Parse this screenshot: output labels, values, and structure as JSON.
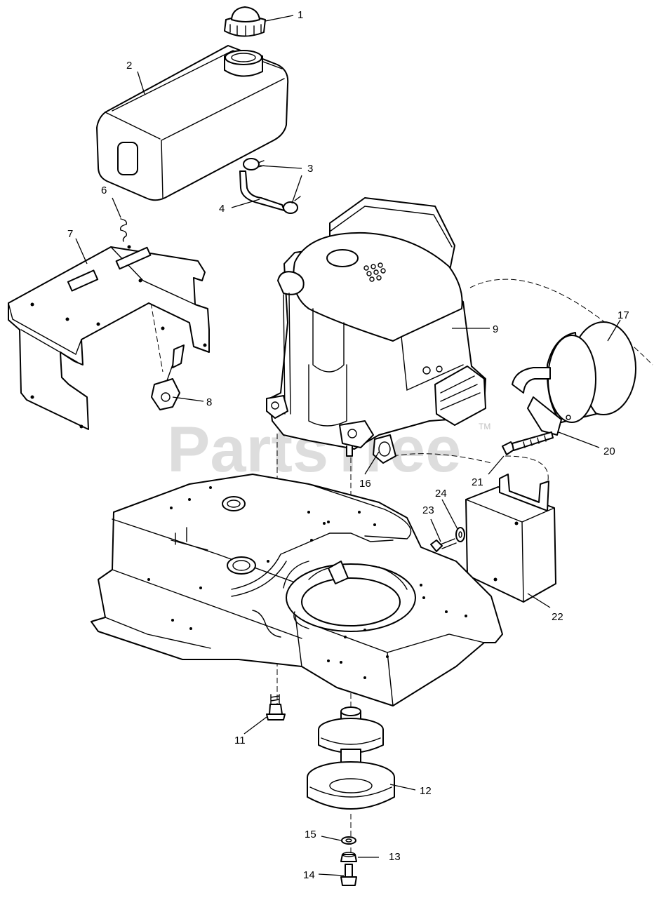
{
  "watermark": {
    "text": "PartsTree",
    "trademark": "TM"
  },
  "callouts": [
    {
      "id": "1",
      "label": "1"
    },
    {
      "id": "2",
      "label": "2"
    },
    {
      "id": "3",
      "label": "3"
    },
    {
      "id": "4",
      "label": "4"
    },
    {
      "id": "6",
      "label": "6"
    },
    {
      "id": "7",
      "label": "7"
    },
    {
      "id": "8",
      "label": "8"
    },
    {
      "id": "9",
      "label": "9"
    },
    {
      "id": "11",
      "label": "11"
    },
    {
      "id": "12",
      "label": "12"
    },
    {
      "id": "13",
      "label": "13"
    },
    {
      "id": "14",
      "label": "14"
    },
    {
      "id": "15",
      "label": "15"
    },
    {
      "id": "16",
      "label": "16"
    },
    {
      "id": "17",
      "label": "17"
    },
    {
      "id": "20",
      "label": "20"
    },
    {
      "id": "21",
      "label": "21"
    },
    {
      "id": "22",
      "label": "22"
    },
    {
      "id": "23",
      "label": "23"
    },
    {
      "id": "24",
      "label": "24"
    }
  ]
}
